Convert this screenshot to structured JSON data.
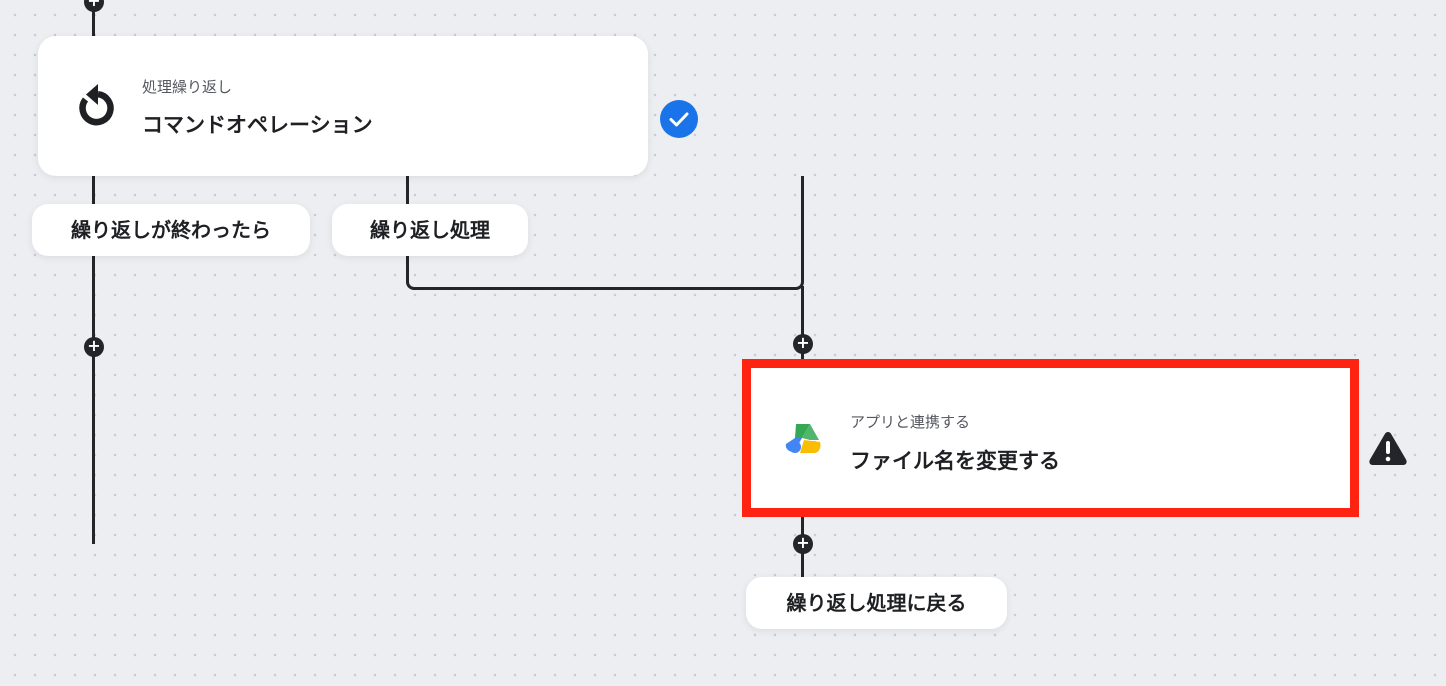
{
  "loop_step": {
    "subtitle": "処理繰り返し",
    "title": "コマンドオペレーション",
    "icon": "refresh-icon",
    "status": "check-icon"
  },
  "branches": {
    "after_loop": "繰り返しが終わったら",
    "loop_body": "繰り返し処理"
  },
  "rename_step": {
    "subtitle": "アプリと連携する",
    "title": "ファイル名を変更する",
    "icon": "google-drive-icon",
    "status": "warning-icon"
  },
  "return_label": "繰り返し処理に戻る",
  "add_symbol": "+",
  "colors": {
    "accent": "#1a73e8",
    "selection": "#ff2412",
    "connector": "#23252b",
    "drive_green": "#34a853",
    "drive_blue": "#4285f4",
    "drive_yellow": "#fbbc04"
  }
}
